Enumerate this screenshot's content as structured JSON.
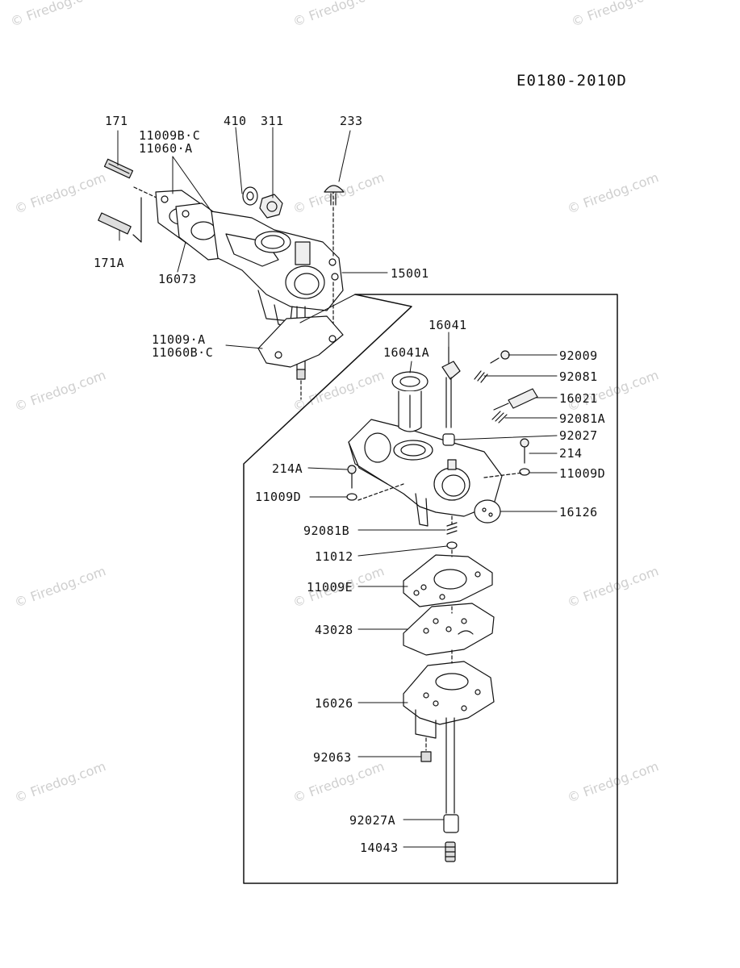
{
  "diagram_code": "E0180-2010D",
  "watermark": "© Firedog.com",
  "callouts": {
    "c171": "171",
    "c11009bc": "11009B·C",
    "c11060a": "11060·A",
    "c410": "410",
    "c311": "311",
    "c233": "233",
    "c171a": "171A",
    "c16073": "16073",
    "c15001": "15001",
    "c11009a": "11009·A",
    "c11060bc": "11060B·C",
    "c16041": "16041",
    "c16041a": "16041A",
    "c92009": "92009",
    "c92081": "92081",
    "c16021": "16021",
    "c92081a": "92081A",
    "c92027": "92027",
    "c214": "214",
    "c214a": "214A",
    "c11009d_r": "11009D",
    "c11009d_l": "11009D",
    "c16126": "16126",
    "c92081b": "92081B",
    "c11012": "11012",
    "c11009e": "11009E",
    "c43028": "43028",
    "c16026": "16026",
    "c92063": "92063",
    "c92027a": "92027A",
    "c14043": "14043"
  }
}
